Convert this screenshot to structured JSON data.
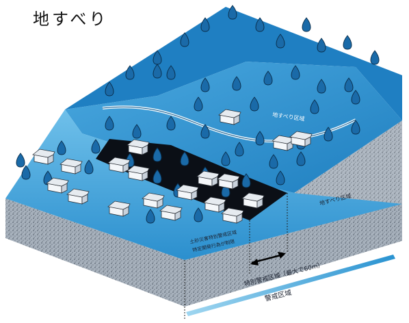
{
  "title": "地すべり",
  "labels": {
    "landslide_area_upper": "地すべり区域",
    "landslide_area_side": "地すべり区域",
    "warning_note": "土砂災害特別警戒区域",
    "warning_note_sub": "特定開発行為が制限",
    "special_warning_zone": "特別警戒区域（最大で60m）",
    "warning_zone": "警戒区域"
  },
  "colors": {
    "sky_blue": "#b9e2f4",
    "field_blue": "#1e88c8",
    "slope_blue": "#3fa6dc",
    "dark_zone": "#0b0f16",
    "soil": "#8b96a3"
  }
}
